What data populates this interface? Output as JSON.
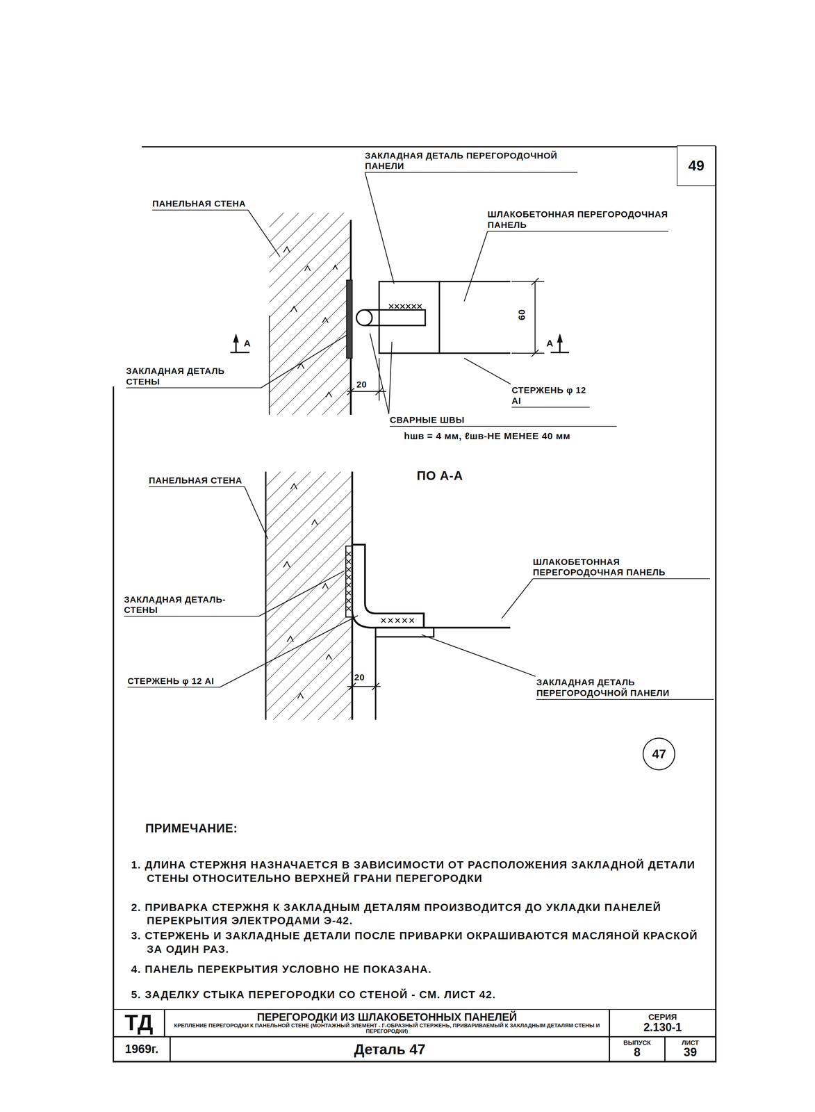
{
  "diagram": {
    "nodes": [
      {
        "text": [
          "49"
        ]
      },
      {
        "text": [
          "47"
        ]
      },
      {
        "text": [
          "ТД"
        ]
      },
      {
        "text": [
          "ПЕРЕГОРОДКИ ИЗ ШЛАКОБЕТОННЫХ ПАНЕЛЕЙ",
          "КРЕПЛЕНИЕ ПЕРЕГОРОДКИ К ПАНЕЛЬНОЙ СТЕНЕ (МОНТАЖНЫЙ ЭЛЕМЕНТ - Г-ОБРАЗНЫЙ СТЕРЖЕНЬ, ПРИВАРИВАЕМЫЙ К ЗАКЛАДНЫМ ДЕТАЛЯМ СТЕНЫ И ПЕРЕГОРОДКИ)"
        ]
      },
      {
        "text": [
          "СЕРИЯ",
          "2.130-1"
        ]
      },
      {
        "text": [
          "1969г."
        ]
      },
      {
        "text": [
          "Деталь 47"
        ]
      },
      {
        "text": [
          "ВЫПУСК",
          "8"
        ]
      },
      {
        "text": [
          "ЛИСТ",
          "39"
        ]
      }
    ],
    "labels": [
      "ЗАКЛАДНАЯ ДЕТАЛЬ ПЕРЕГОРОДОЧНОЙ ПАНЕЛИ",
      "ПАНЕЛЬНАЯ СТЕНА",
      "ШЛАКОБЕТОННАЯ ПЕРЕГОРОДОЧНАЯ ПАНЕЛЬ",
      "60",
      "А",
      "А",
      "ЗАКЛАДНАЯ ДЕТАЛЬ СТЕНЫ",
      "20",
      "СТЕРЖЕНЬ φ 12 АI",
      "СВАРНЫЕ ШВЫ",
      "hшв = 4 мм, ℓшв-НЕ МЕНЕЕ 40 мм",
      "ПО А-А",
      "ПАНЕЛЬНАЯ СТЕНА",
      "ШЛАКОБЕТОННАЯ ПЕРЕГОРОДОЧНАЯ ПАНЕЛЬ",
      "ЗАКЛАДНАЯ ДЕТАЛЬ-СТЕНЫ",
      "СТЕРЖЕНЬ φ 12 АI",
      "20",
      "ЗАКЛАДНАЯ ДЕТАЛЬ ПЕРЕГОРОДОЧНОЙ ПАНЕЛИ",
      "ПРИМЕЧАНИЕ:",
      "1. ДЛИНА СТЕРЖНЯ НАЗНАЧАЕТСЯ В ЗАВИСИМОСТИ ОТ РАСПОЛОЖЕНИЯ ЗАКЛАДНОЙ ДЕТАЛИ СТЕНЫ ОТНОСИТЕЛЬНО ВЕРХНЕЙ ГРАНИ ПЕРЕГОРОДКИ",
      "2. ПРИВАРКА СТЕРЖНЯ К ЗАКЛАДНЫМ ДЕТАЛЯМ ПРОИЗВОДИТСЯ ДО УКЛАДКИ ПАНЕЛЕЙ ПЕРЕКРЫТИЯ ЭЛЕКТРОДАМИ Э-42.",
      "3. СТЕРЖЕНЬ И ЗАКЛАДНЫЕ ДЕТАЛИ ПОСЛЕ ПРИВАРКИ ОКРАШИВАЮТСЯ МАСЛЯНОЙ КРАСКОЙ ЗА ОДИН РАЗ.",
      "4. ПАНЕЛЬ ПЕРЕКРЫТИЯ УСЛОВНО НЕ ПОКАЗАНА.",
      "5. ЗАДЕЛКУ СТЫКА ПЕРЕГОРОДКИ СО СТЕНОЙ - СМ. ЛИСТ 42."
    ]
  }
}
